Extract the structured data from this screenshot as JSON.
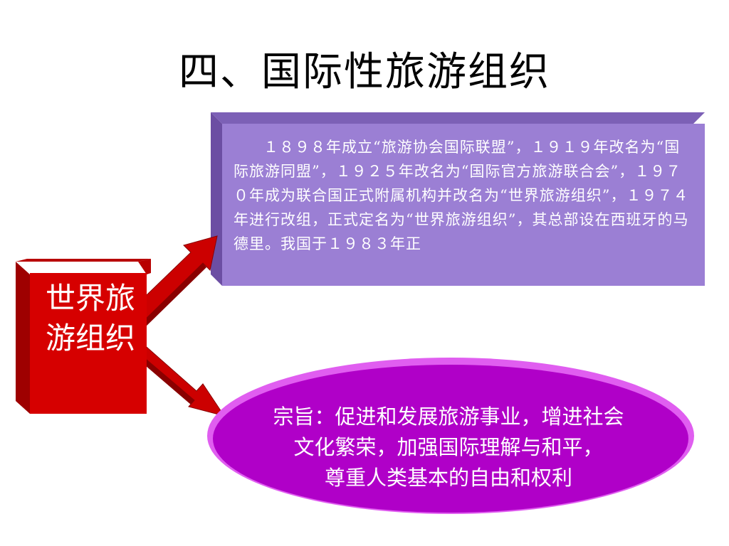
{
  "slide": {
    "title": "四、国际性旅游组织",
    "box_label": "世界旅游组织",
    "history_text": "１８９８年成立“旅游协会国际联盟”，１９１９年改名为“国际旅游同盟”，１９２５年改名为“国际官方旅游联合会”，１９７０年成为联合国正式附属机构并改名为“世界旅游组织”，１９７４年进行改组，正式定名为“世界旅游组织”，其总部设在西班牙的马德里。我国于１９８３年正",
    "purpose_line1": "宗旨：促进和发展旅游事业，增进社会",
    "purpose_line2": "文化繁荣，加强国际理解与和平，",
    "purpose_line3": "尊重人类基本的自由和权利"
  },
  "colors": {
    "purple_face": "#9b7fd4",
    "purple_side": "#6c4ea3",
    "red_face": "#d60000",
    "red_side": "#9e0000",
    "ellipse_fill": "#b000c8",
    "ellipse_rim": "#e05ef0"
  }
}
